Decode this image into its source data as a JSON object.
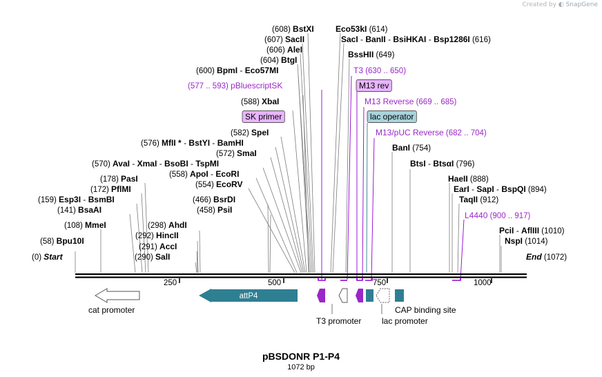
{
  "credit": {
    "prefix": "Created by",
    "brand": "SnapGene"
  },
  "title": "pBSDONR P1-P4",
  "subtitle": "1072 bp",
  "colors": {
    "enzyme": "#000000",
    "primer": "#9b27c8",
    "feature_teal": "#2f7f92",
    "primer_box": "#e8b4ff",
    "operator_box": "#a9d3dc",
    "line": "#7b7b7b",
    "purple_marker": "#9400d3"
  },
  "ruler": {
    "ticks": [
      "250",
      "500",
      "750",
      "1000"
    ]
  },
  "sites": [
    {
      "id": "bstxi",
      "parts": [
        {
          "pos": "(608)"
        },
        {
          "name": "BstXI"
        }
      ]
    },
    {
      "id": "eco53ki",
      "parts": [
        {
          "name": "Eco53kI"
        },
        {
          "pos": "(614)"
        }
      ]
    },
    {
      "id": "sacii",
      "parts": [
        {
          "pos": "(607)"
        },
        {
          "name": "SacII"
        }
      ]
    },
    {
      "id": "saci",
      "parts": [
        {
          "name": "SacI"
        },
        {
          "sep": " - "
        },
        {
          "name": "BanII"
        },
        {
          "sep": " - "
        },
        {
          "name": "BsiHKAI"
        },
        {
          "sep": " - "
        },
        {
          "name": "Bsp1286I"
        },
        {
          "pos": "(616)"
        }
      ]
    },
    {
      "id": "alei",
      "parts": [
        {
          "pos": "(606)"
        },
        {
          "name": "AleI"
        }
      ]
    },
    {
      "id": "btgi",
      "parts": [
        {
          "pos": "(604)"
        },
        {
          "name": "BtgI"
        }
      ]
    },
    {
      "id": "bsshii",
      "parts": [
        {
          "name": "BssHII"
        },
        {
          "pos": "(649)"
        }
      ]
    },
    {
      "id": "bpmi",
      "parts": [
        {
          "pos": "(600)"
        },
        {
          "name": "BpmI"
        },
        {
          "sep": " - "
        },
        {
          "name": "Eco57MI"
        }
      ]
    },
    {
      "id": "t3",
      "primer": true,
      "parts": [
        {
          "name": "T3"
        },
        {
          "pos": "(630 .. 650)"
        }
      ]
    },
    {
      "id": "pbluescriptsk",
      "primer": true,
      "parts": [
        {
          "pos": "(577 .. 593)"
        },
        {
          "name": "pBluescriptSK"
        }
      ]
    },
    {
      "id": "m13rev",
      "box": "primer",
      "parts": [
        {
          "name": "M13 rev"
        }
      ]
    },
    {
      "id": "xbai",
      "parts": [
        {
          "pos": "(588)"
        },
        {
          "name": "XbaI"
        }
      ]
    },
    {
      "id": "m13reverse",
      "primer": true,
      "parts": [
        {
          "name": "M13 Reverse"
        },
        {
          "pos": "(669 .. 685)"
        }
      ]
    },
    {
      "id": "skprimer",
      "box": "primer",
      "parts": [
        {
          "name": "SK primer"
        }
      ]
    },
    {
      "id": "lacop",
      "box": "operator",
      "parts": [
        {
          "name": "lac operator"
        }
      ]
    },
    {
      "id": "spei",
      "parts": [
        {
          "pos": "(582)"
        },
        {
          "name": "SpeI"
        }
      ]
    },
    {
      "id": "m13puc",
      "primer": true,
      "parts": [
        {
          "name": "M13/pUC Reverse"
        },
        {
          "pos": "(682 .. 704)"
        }
      ]
    },
    {
      "id": "mlui",
      "parts": [
        {
          "pos": "(576)"
        },
        {
          "name": "MfII"
        },
        {
          "star": " *"
        },
        {
          "sep": " - "
        },
        {
          "name": "BstYI"
        },
        {
          "sep": " - "
        },
        {
          "name": "BamHI"
        }
      ]
    },
    {
      "id": "bani",
      "parts": [
        {
          "name": "BanI"
        },
        {
          "pos": "(754)"
        }
      ]
    },
    {
      "id": "smai",
      "parts": [
        {
          "pos": "(572)"
        },
        {
          "name": "SmaI"
        }
      ]
    },
    {
      "id": "avai",
      "parts": [
        {
          "pos": "(570)"
        },
        {
          "name": "AvaI"
        },
        {
          "sep": " - "
        },
        {
          "name": "XmaI"
        },
        {
          "sep": " - "
        },
        {
          "name": "BsoBI"
        },
        {
          "sep": " - "
        },
        {
          "name": "TspMI"
        }
      ]
    },
    {
      "id": "btsi",
      "parts": [
        {
          "name": "BtsI"
        },
        {
          "sep": " - "
        },
        {
          "name": "BtsαI"
        },
        {
          "pos": "(796)"
        }
      ]
    },
    {
      "id": "apoi",
      "parts": [
        {
          "pos": "(558)"
        },
        {
          "name": "ApoI"
        },
        {
          "sep": " - "
        },
        {
          "name": "EcoRI"
        }
      ]
    },
    {
      "id": "pasi",
      "parts": [
        {
          "pos": "(178)"
        },
        {
          "name": "PasI"
        }
      ]
    },
    {
      "id": "ecorv",
      "parts": [
        {
          "pos": "(554)"
        },
        {
          "name": "EcoRV"
        }
      ]
    },
    {
      "id": "haeii",
      "parts": [
        {
          "name": "HaeII"
        },
        {
          "pos": "(888)"
        }
      ]
    },
    {
      "id": "pflmi",
      "parts": [
        {
          "pos": "(172)"
        },
        {
          "name": "PflMI"
        }
      ]
    },
    {
      "id": "eari",
      "parts": [
        {
          "name": "EarI"
        },
        {
          "sep": " - "
        },
        {
          "name": "SapI"
        },
        {
          "sep": " - "
        },
        {
          "name": "BspQI"
        },
        {
          "pos": "(894)"
        }
      ]
    },
    {
      "id": "esp3i",
      "parts": [
        {
          "pos": "(159)"
        },
        {
          "name": "Esp3I"
        },
        {
          "sep": " - "
        },
        {
          "name": "BsmBI"
        }
      ]
    },
    {
      "id": "bsrdi",
      "parts": [
        {
          "pos": "(466)"
        },
        {
          "name": "BsrDI"
        }
      ]
    },
    {
      "id": "taqii",
      "parts": [
        {
          "name": "TaqII"
        },
        {
          "pos": "(912)"
        }
      ]
    },
    {
      "id": "bsaai",
      "parts": [
        {
          "pos": "(141)"
        },
        {
          "name": "BsaAI"
        }
      ]
    },
    {
      "id": "psii",
      "parts": [
        {
          "pos": "(458)"
        },
        {
          "name": "PsiI"
        }
      ]
    },
    {
      "id": "l4440",
      "primer": true,
      "parts": [
        {
          "name": "L4440"
        },
        {
          "pos": "(900 .. 917)"
        }
      ]
    },
    {
      "id": "mmei",
      "parts": [
        {
          "pos": "(108)"
        },
        {
          "name": "MmeI"
        }
      ]
    },
    {
      "id": "ahdi",
      "parts": [
        {
          "pos": "(298)"
        },
        {
          "name": "AhdI"
        }
      ]
    },
    {
      "id": "pcii",
      "parts": [
        {
          "name": "PciI"
        },
        {
          "sep": " - "
        },
        {
          "name": "AflIII"
        },
        {
          "pos": "(1010)"
        }
      ]
    },
    {
      "id": "hincii",
      "parts": [
        {
          "pos": "(292)"
        },
        {
          "name": "HincII"
        }
      ]
    },
    {
      "id": "bpu10i",
      "parts": [
        {
          "pos": "(58)"
        },
        {
          "name": "Bpu10I"
        }
      ]
    },
    {
      "id": "acci",
      "parts": [
        {
          "pos": "(291)"
        },
        {
          "name": "AccI"
        }
      ]
    },
    {
      "id": "nspi",
      "parts": [
        {
          "name": "NspI"
        },
        {
          "pos": "(1014)"
        }
      ]
    },
    {
      "id": "sali",
      "parts": [
        {
          "pos": "(290)"
        },
        {
          "name": "SalI"
        }
      ]
    },
    {
      "id": "start",
      "parts": [
        {
          "pos": "(0)"
        },
        {
          "name": "Start",
          "italic": true
        }
      ]
    },
    {
      "id": "end",
      "parts": [
        {
          "name": "End",
          "italic": true
        },
        {
          "pos": "(1072)"
        }
      ]
    }
  ],
  "features": {
    "cat_promoter": "cat promoter",
    "attp4": "attP4",
    "t3_promoter": "T3 promoter",
    "lac_promoter": "lac promoter",
    "cap_site": "CAP binding site"
  }
}
